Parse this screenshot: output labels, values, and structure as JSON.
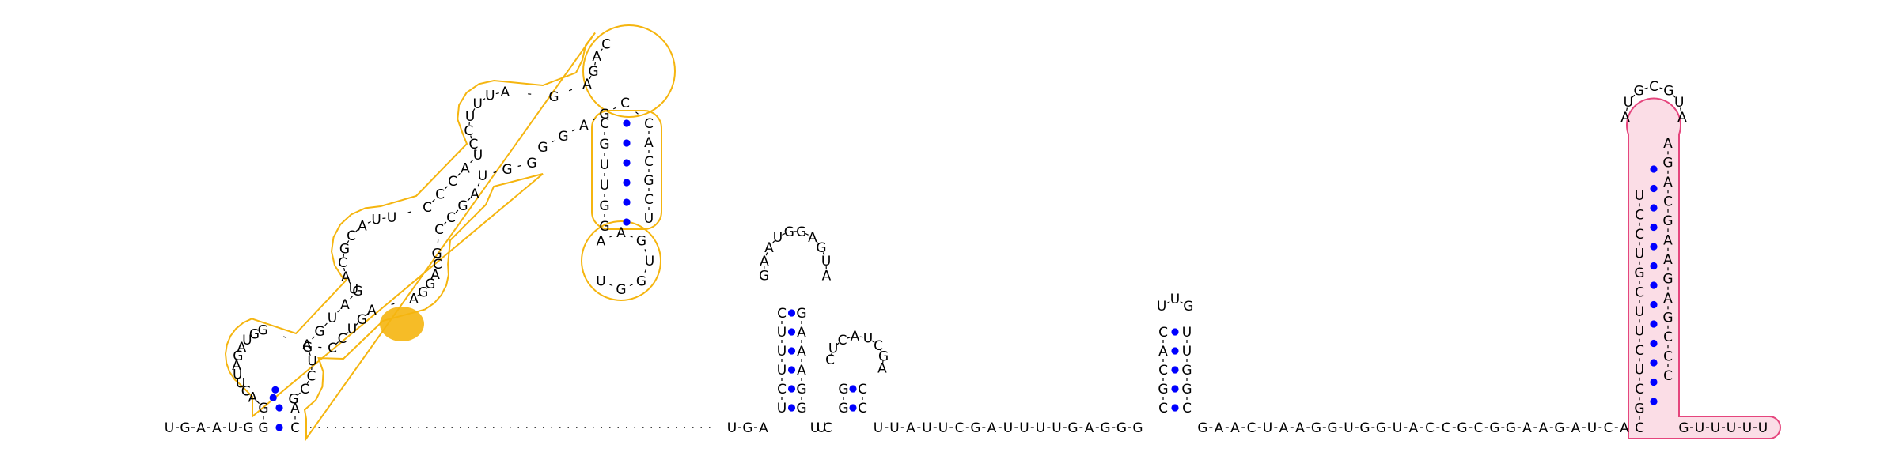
{
  "colors": {
    "background": "#ffffff",
    "text": "#000000",
    "pair_dot": "#0000ff",
    "outline_orange": "#f5b50f",
    "highlight_orange": "#f5b50f",
    "outline_pink": "#e5457d",
    "fill_pink": "#fbdde6"
  },
  "structure": {
    "five_prime_tail": [
      "U",
      "G",
      "A",
      "A",
      "U",
      "G"
    ],
    "orange_domain_open": [
      "G",
      "G",
      "A",
      "C",
      "U",
      "U",
      "A",
      "G",
      "A",
      "U",
      "G",
      "G",
      "A",
      "G",
      "U",
      "A",
      "G",
      "U",
      "A",
      "C",
      "G",
      "C",
      "A",
      "U",
      "U",
      "C",
      "C",
      "C",
      "A",
      "U",
      "C",
      "C",
      "U",
      "U",
      "U",
      "A",
      "G",
      "A",
      "G",
      "A",
      "C"
    ],
    "orange_inner_stem_5p": [
      "C",
      "G",
      "U",
      "U",
      "G",
      "G"
    ],
    "orange_inner_loop": [
      "A",
      "A",
      "G",
      "U",
      "G",
      "G",
      "U"
    ],
    "orange_inner_stem_3p": [
      "U",
      "C",
      "G",
      "C",
      "A",
      "C",
      "C",
      "G",
      "A",
      "G",
      "G"
    ],
    "orange_domain_close": [
      "G",
      "G",
      "U",
      "A",
      "G",
      "C",
      "C",
      "G",
      "C",
      "A",
      "G",
      "G",
      "A",
      "A",
      "G",
      "U",
      "C",
      "C",
      "G",
      "U",
      "C",
      "C",
      "G",
      "A",
      "C",
      "C"
    ],
    "highlighted_bases": [
      "C",
      "U",
      "G"
    ],
    "linker_left": [
      "U",
      "G",
      "A"
    ],
    "hairpin_1_stem_5p": [
      "U",
      "C",
      "U",
      "U",
      "U",
      "C"
    ],
    "hairpin_1_loop": [
      "G",
      "A",
      "A",
      "U",
      "G",
      "G",
      "A",
      "G",
      "U",
      "A"
    ],
    "hairpin_1_stem_3p": [
      "G",
      "A",
      "A",
      "A",
      "G",
      "G"
    ],
    "linker_mid_1": [
      "U",
      "U",
      "C"
    ],
    "hairpin_2_stem_5p": [
      "G",
      "G"
    ],
    "hairpin_2_loop": [
      "C",
      "U",
      "C",
      "A",
      "U",
      "C",
      "G",
      "A"
    ],
    "hairpin_2_stem_3p": [
      "C",
      "C"
    ],
    "linker_mid_2": [
      "U",
      "U",
      "A",
      "U",
      "U",
      "C",
      "G",
      "A",
      "U",
      "U",
      "U",
      "U",
      "G",
      "A",
      "G",
      "G",
      "G"
    ],
    "hairpin_3_stem_5p": [
      "C",
      "G",
      "C",
      "A",
      "C"
    ],
    "hairpin_3_loop": [
      "U",
      "U",
      "G"
    ],
    "hairpin_3_stem_3p": [
      "U",
      "U",
      "G",
      "G",
      "C"
    ],
    "linker_right": [
      "G",
      "A",
      "A",
      "C",
      "U",
      "A",
      "A",
      "G",
      "G",
      "U",
      "G",
      "G",
      "U",
      "A",
      "C",
      "C",
      "G",
      "C",
      "G",
      "G",
      "A",
      "A",
      "G",
      "A",
      "U",
      "C",
      "A"
    ],
    "pink_stem_5p": [
      "C",
      "G",
      "C",
      "U",
      "C",
      "U",
      "U",
      "C",
      "G",
      "U",
      "C",
      "C",
      "U"
    ],
    "pink_loop": [
      "A",
      "U",
      "G",
      "C",
      "G",
      "U",
      "A"
    ],
    "pink_stem_3p": [
      "A",
      "G",
      "A",
      "C",
      "G",
      "A",
      "A",
      "G",
      "A",
      "G",
      "C",
      "C",
      "C"
    ],
    "three_prime_tail": [
      "G",
      "U",
      "U",
      "U",
      "U",
      "U"
    ]
  }
}
